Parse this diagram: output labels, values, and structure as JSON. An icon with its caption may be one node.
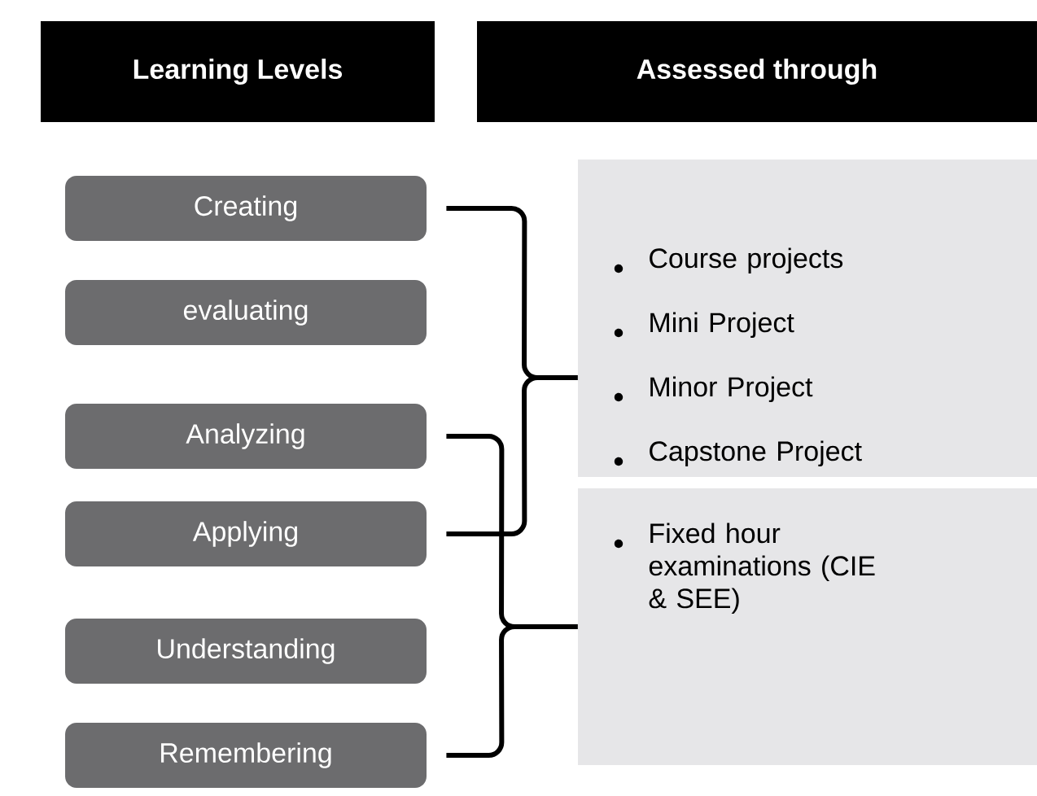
{
  "diagram": {
    "nodes": [
      {
        "text": [
          "Learning Levels"
        ]
      },
      {
        "text": [
          "Assessed through"
        ]
      },
      {
        "text": [
          "Creating"
        ]
      },
      {
        "text": [
          "evaluating"
        ]
      },
      {
        "text": [
          "Analyzing"
        ]
      },
      {
        "text": [
          "Applying"
        ]
      },
      {
        "text": [
          "Understanding"
        ]
      },
      {
        "text": [
          "Remembering"
        ]
      },
      {
        "text": [
          "Course projects",
          "Mini Project",
          "Minor Project",
          "Capstone Project"
        ]
      },
      {
        "text": [
          "Fixed hour examinations (CIE & SEE)"
        ]
      }
    ],
    "edges": [
      {
        "from": 2,
        "to": 8,
        "arrow": "none"
      },
      {
        "from": 5,
        "to": 8,
        "arrow": "none"
      },
      {
        "from": 4,
        "to": 9,
        "arrow": "none"
      },
      {
        "from": 7,
        "to": 9,
        "arrow": "none"
      }
    ]
  }
}
